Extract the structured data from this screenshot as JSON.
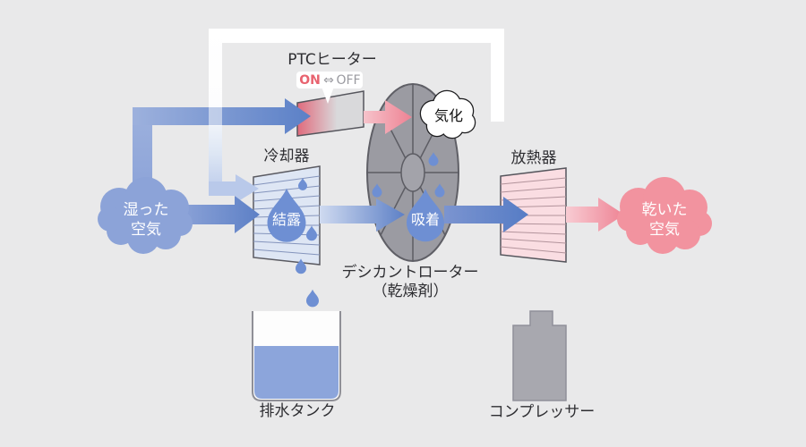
{
  "diagram": {
    "humid_cloud": {
      "line1": "湿った",
      "line2": "空気"
    },
    "dry_cloud": {
      "line1": "乾いた",
      "line2": "空気"
    },
    "ptc_heater": {
      "label": "PTCヒーター",
      "on": "ON",
      "toggle": "⇔",
      "off": "OFF"
    },
    "vaporization": {
      "label": "気化"
    },
    "cooler": {
      "label": "冷却器",
      "condensation": "結露"
    },
    "rotor": {
      "label_line1": "デシカントローター",
      "label_line2": "（乾燥剤）",
      "adsorption": "吸着"
    },
    "radiator": {
      "label": "放熱器"
    },
    "drain_tank": {
      "label": "排水タンク"
    },
    "compressor": {
      "label": "コンプレッサー"
    },
    "colors": {
      "background": "#e9e9ea",
      "arrow_blue": "#5b80c7",
      "arrow_blue_light": "#8ca3d8",
      "arrow_pink": "#ee8394",
      "pipe_light_blue": "#b9c9ea",
      "humid_cloud": "#8ca3d8",
      "dry_cloud": "#f2939f",
      "droplet_blue": "#6e8fd3",
      "rotor_gray": "#9b9ba2",
      "cooler_fill": "#dee6f4",
      "cooler_stripe": "#8494bc",
      "radiator_fill": "#fadde2",
      "radiator_stripe": "#b2939b",
      "heater_red": "#e06a7c",
      "heater_gray": "#d9d9db",
      "tank_water": "#8ca5db",
      "compressor_gray": "#a8a8af",
      "on_red": "#e8636f",
      "off_gray": "#9a9aa0",
      "label_dark": "#2e2e32"
    }
  }
}
